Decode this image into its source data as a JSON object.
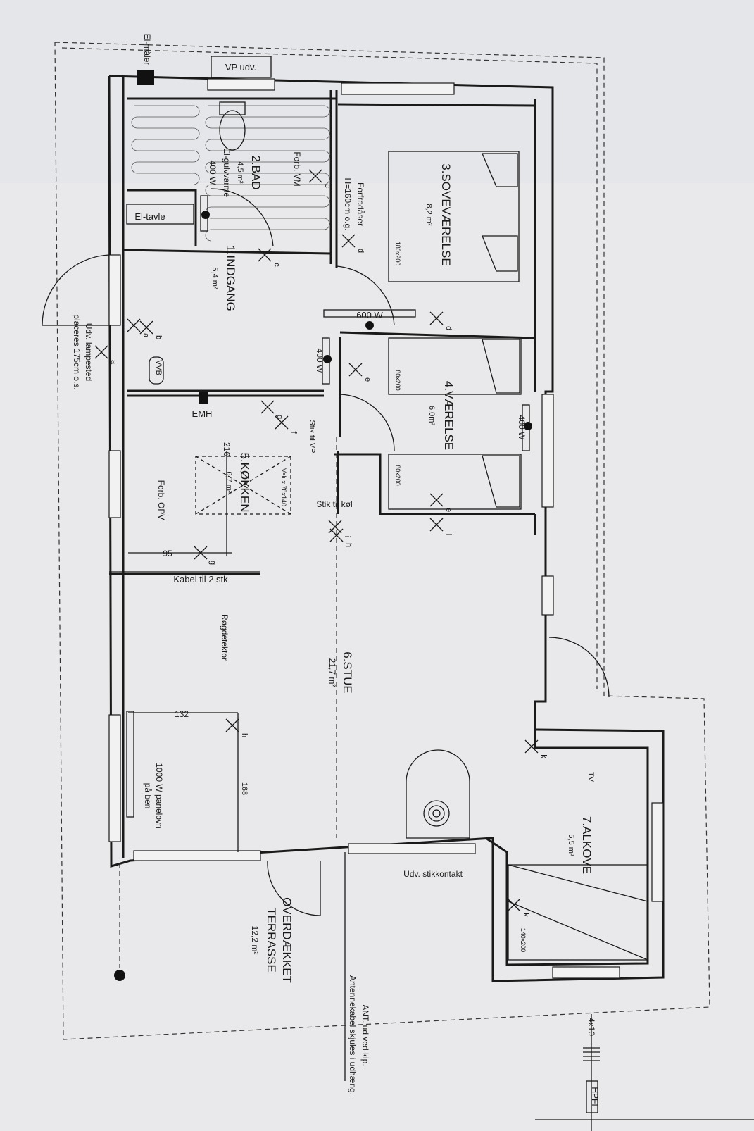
{
  "plan": {
    "rooms": [
      {
        "id": "bad",
        "number": "2.BAD",
        "area": "4,5 m²",
        "note1": "El-gulvvarme",
        "note2": "400 W"
      },
      {
        "id": "sovevaerelse",
        "number": "3.SOVEVÆRELSE",
        "area": "8,2 m²"
      },
      {
        "id": "indgang",
        "number": "1.INDGANG",
        "area": "5,4 m²"
      },
      {
        "id": "vaerelse",
        "number": "4.VÆRELSE",
        "area": "6,0m²"
      },
      {
        "id": "kokken",
        "number": "5.KØKKEN",
        "area": "6,7 m²"
      },
      {
        "id": "stue",
        "number": "6.STUE",
        "area": "21,7 m²"
      },
      {
        "id": "alkove",
        "number": "7.ALKOVE",
        "area": "5,5 m²"
      },
      {
        "id": "terrasse",
        "number": "OVERDÆKKET",
        "number2": "TERRASSE",
        "area": "12,2 m²"
      }
    ],
    "labels": {
      "el_maaler": "El-måler",
      "vp_udv": "VP udv.",
      "el_tavle": "El-tavle",
      "forb_vm": "Forb. VM",
      "forfradaaser": "Forfradåser",
      "forfradaaser_h": "H=160cm o.g.",
      "w600": "600 W",
      "w400_a": "400 W",
      "w400_b": "400 W",
      "vvb": "VVB",
      "emh": "EMH",
      "stik_vp": "Stik til VP",
      "stik_kol": "Stik til køl",
      "velux": "Velux 78x140",
      "forb_opv": "Forb. OPV",
      "kabel": "Kabel til 2 stk",
      "rogdetektor": "Røgdetektor",
      "panelovn1": "1000 W panelovn",
      "panelovn2": "på ben",
      "udv_lampested1": "Udv. lampested",
      "udv_lampested2": "placeres 175cm o.s.",
      "udv_stikkontakt": "Udv. stikkontakt",
      "ant1": "ANT. ud ved kip.",
      "ant2": "Antennekabel skjules i udhæng.",
      "tv": "TV",
      "cable": "4x10",
      "hpfi": "HPFI"
    },
    "dimensions": {
      "d216": "216",
      "d95": "95",
      "d132": "132",
      "d168": "168"
    },
    "beds": {
      "b1": "180x200",
      "b2": "80x200",
      "b3": "80x200",
      "b4": "140x200"
    },
    "switch_letters": [
      "a",
      "b",
      "c",
      "d",
      "e",
      "f",
      "g",
      "h",
      "i",
      "k"
    ]
  }
}
